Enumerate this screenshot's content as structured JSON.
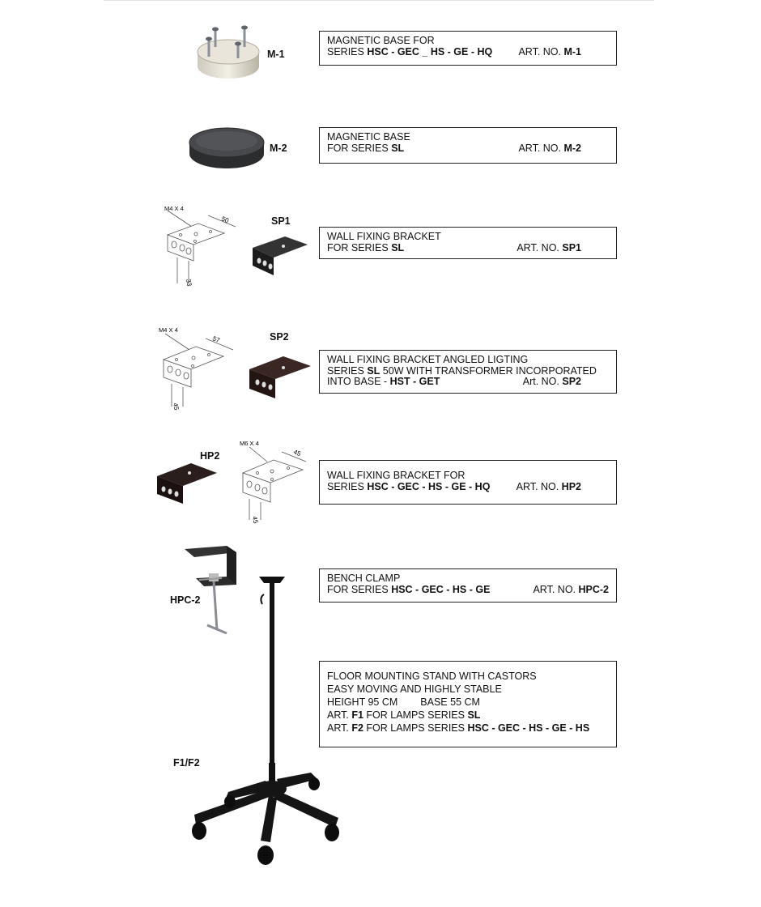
{
  "products": [
    {
      "code": "M-1",
      "lines": [
        [
          {
            "t": "MAGNETIC BASE FOR"
          }
        ],
        [
          {
            "t": "SERIES "
          },
          {
            "t": "HSC - GEC _ HS - GE - HQ",
            "b": true
          }
        ]
      ],
      "art_prefix": "ART. NO. ",
      "art_code": "M-1"
    },
    {
      "code": "M-2",
      "lines": [
        [
          {
            "t": "MAGNETIC BASE"
          }
        ],
        [
          {
            "t": "FOR SERIES "
          },
          {
            "t": "SL",
            "b": true
          }
        ]
      ],
      "art_prefix": "ART. NO. ",
      "art_code": "M-2"
    },
    {
      "code": "SP1",
      "dims": {
        "thread": "M4 X 4",
        "width": "50",
        "depth": "33"
      },
      "lines": [
        [
          {
            "t": "WALL FIXING BRACKET"
          }
        ],
        [
          {
            "t": "FOR SERIES "
          },
          {
            "t": "SL",
            "b": true
          }
        ]
      ],
      "art_prefix": "ART. NO. ",
      "art_code": "SP1"
    },
    {
      "code": "SP2",
      "dims": {
        "thread": "M4 X 4",
        "width": "57",
        "depth": "45"
      },
      "lines": [
        [
          {
            "t": "WALL FIXING BRACKET ANGLED LIGTING"
          }
        ],
        [
          {
            "t": "SERIES "
          },
          {
            "t": "SL",
            "b": true
          },
          {
            "t": " 50W WITH TRANSFORMER INCORPORATED"
          }
        ],
        [
          {
            "t": "INTO BASE - "
          },
          {
            "t": "HST - GET",
            "b": true
          }
        ]
      ],
      "art_prefix": "Art. NO. ",
      "art_code": "SP2"
    },
    {
      "code": "HP2",
      "dims": {
        "thread": "M6 X 4",
        "width": "45",
        "depth": "45"
      },
      "lines": [
        [
          {
            "t": "WALL FIXING BRACKET FOR"
          }
        ],
        [
          {
            "t": "SERIES "
          },
          {
            "t": "HSC - GEC - HS - GE - HQ",
            "b": true
          }
        ]
      ],
      "art_prefix": "ART. NO. ",
      "art_code": "HP2"
    },
    {
      "code": "HPC-2",
      "lines": [
        [
          {
            "t": "BENCH CLAMP"
          }
        ],
        [
          {
            "t": "FOR SERIES "
          },
          {
            "t": "HSC - GEC - HS - GE",
            "b": true
          }
        ]
      ],
      "art_prefix": "ART. NO. ",
      "art_code": "HPC-2"
    },
    {
      "code": "F1/F2",
      "lines": [
        [
          {
            "t": "FLOOR MOUNTING STAND WITH CASTORS"
          }
        ],
        [
          {
            "t": "EASY MOVING AND HIGHLY STABLE"
          }
        ],
        [
          {
            "t": "HEIGHT 95 CM"
          }
        ],
        [
          {
            "t": "ART. "
          },
          {
            "t": "F1",
            "b": true
          },
          {
            "t": " FOR LAMPS SERIES "
          },
          {
            "t": "SL",
            "b": true
          }
        ],
        [
          {
            "t": "ART. "
          },
          {
            "t": "F2",
            "b": true
          },
          {
            "t": " FOR LAMPS SERIES "
          },
          {
            "t": "HSC - GEC - HS - GE - HS",
            "b": true
          }
        ]
      ],
      "base_text": "BASE 55 CM"
    }
  ]
}
